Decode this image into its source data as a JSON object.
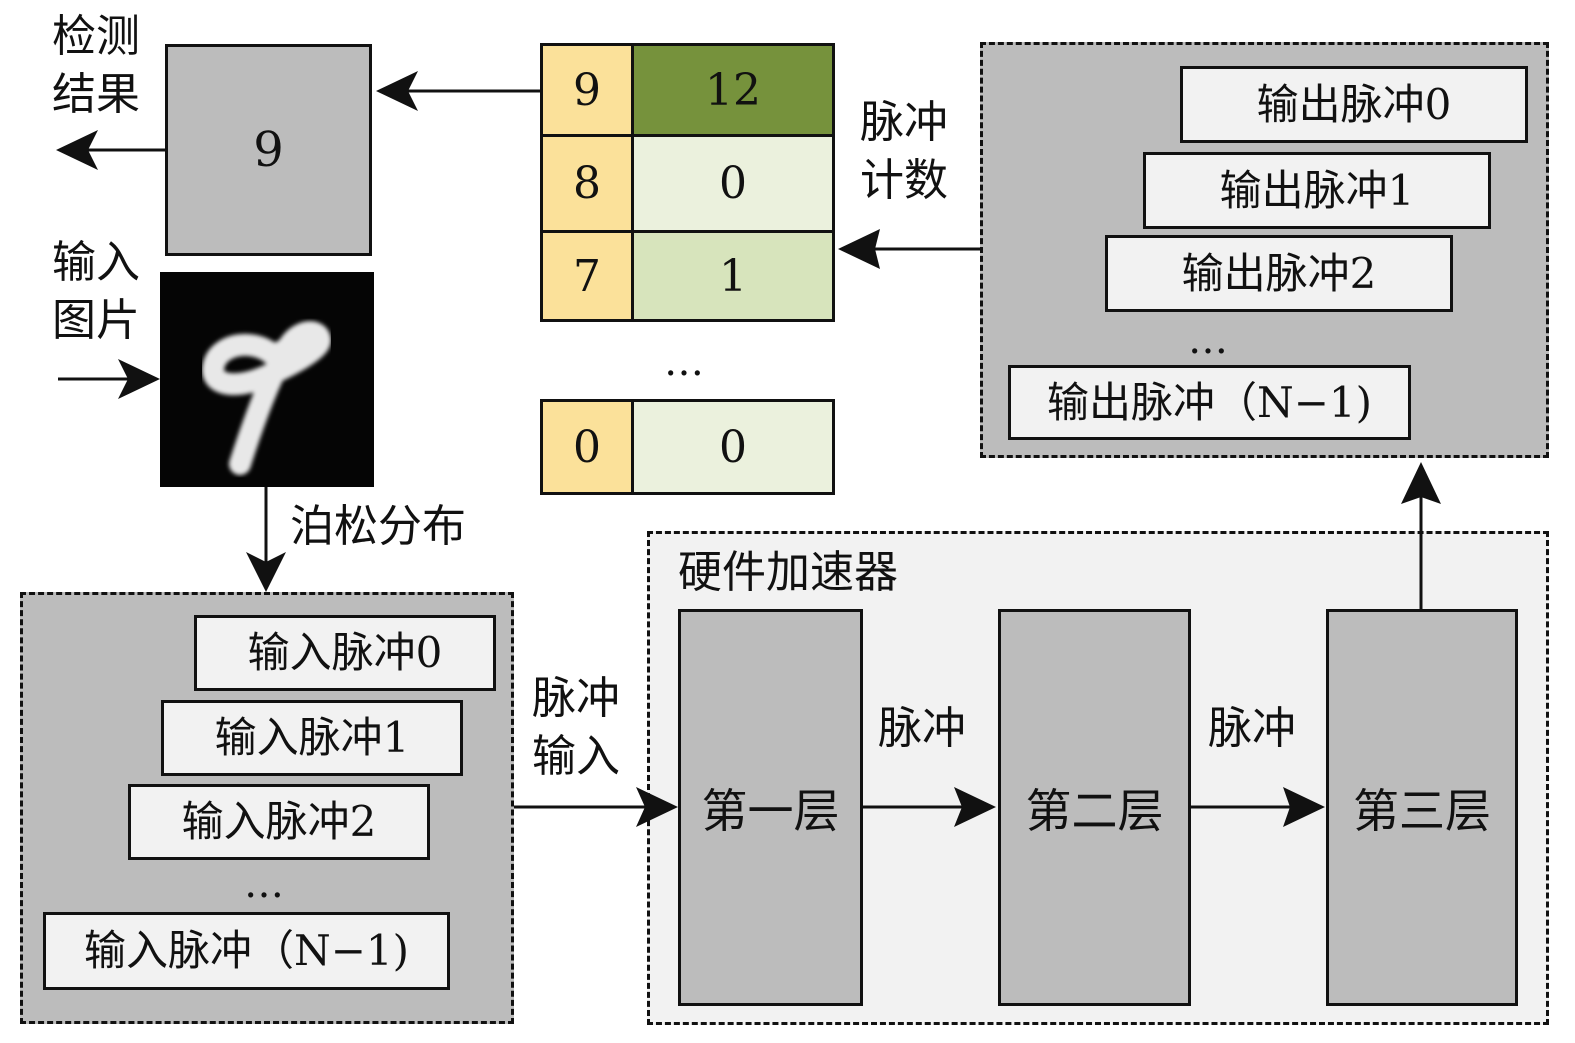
{
  "result": {
    "label_line1": "检测",
    "label_line2": "结果",
    "digit": "9"
  },
  "input_image": {
    "label_line1": "输入",
    "label_line2": "图片",
    "content_desc": "digit 9"
  },
  "poisson": {
    "label": "泊松分布"
  },
  "input_pulses": {
    "items": [
      "输入脉冲0",
      "输入脉冲1",
      "输入脉冲2"
    ],
    "ellipsis": "…",
    "last": "输入脉冲（N−1)"
  },
  "pulse_input": {
    "line1": "脉冲",
    "line2": "输入"
  },
  "accelerator": {
    "title": "硬件加速器",
    "layers": [
      "第一层",
      "第二层",
      "第三层"
    ],
    "link_label": "脉冲"
  },
  "output_pulses": {
    "items": [
      "输出脉冲0",
      "输出脉冲1",
      "输出脉冲2"
    ],
    "ellipsis": "…",
    "last": "输出脉冲（N−1)"
  },
  "pulse_count": {
    "line1": "脉冲",
    "line2": "计数"
  },
  "count_table": {
    "rows": [
      {
        "digit": "9",
        "count": "12"
      },
      {
        "digit": "8",
        "count": "0"
      },
      {
        "digit": "7",
        "count": "1"
      }
    ],
    "ellipsis": "…",
    "last_row": {
      "digit": "0",
      "count": "0"
    }
  },
  "colors": {
    "dark_box": "#bcbcbc",
    "light_box": "#f2f2f2",
    "digit_cell": "#fbe19a",
    "count_max": "#76923c",
    "count_low": "#ebf1dd",
    "count_mid": "#d7e4bc"
  }
}
